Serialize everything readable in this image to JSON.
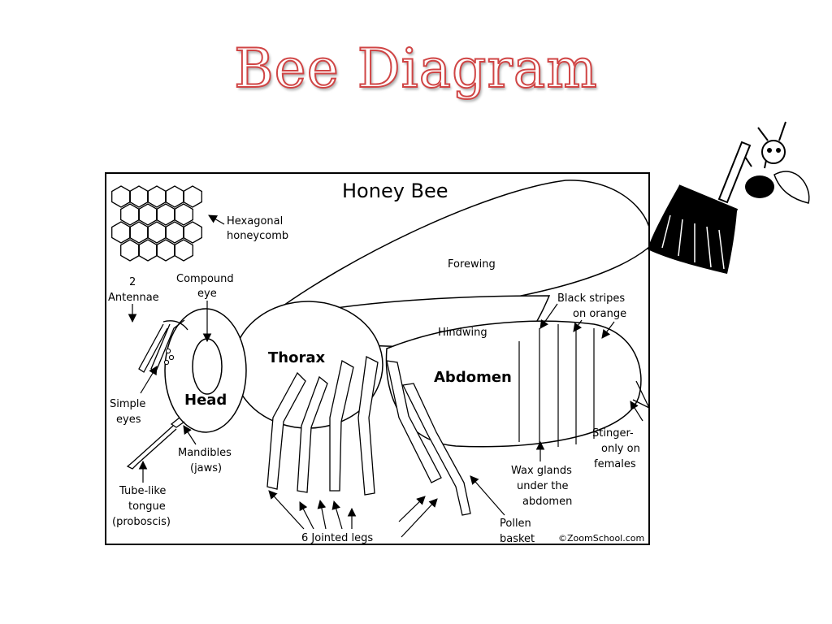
{
  "slide": {
    "title": "Bee Diagram"
  },
  "diagram": {
    "title": "Honey Bee",
    "copyright": "©ZoomSchool.com",
    "labels": {
      "hexagonal_1": "Hexagonal",
      "hexagonal_2": "honeycomb",
      "antennae_1": "2",
      "antennae_2": "Antennae",
      "compound_1": "Compound",
      "compound_2": "eye",
      "forewing": "Forewing",
      "black_1": "Black stripes",
      "black_2": "on orange",
      "hindwing": "Hindwing",
      "thorax": "Thorax",
      "abdomen": "Abdomen",
      "head": "Head",
      "simple_1": "Simple",
      "simple_2": "eyes",
      "mandibles_1": "Mandibles",
      "mandibles_2": "(jaws)",
      "tongue_1": "Tube-like",
      "tongue_2": "tongue",
      "tongue_3": "(proboscis)",
      "stinger_1": "Stinger-",
      "stinger_2": "only on",
      "stinger_3": "females",
      "wax_1": "Wax glands",
      "wax_2": "under the",
      "wax_3": "abdomen",
      "legs": "6 Jointed legs",
      "pollen_1": "Pollen",
      "pollen_2": "basket"
    }
  },
  "colors": {
    "title_outline": "#d04545",
    "ink": "#000000"
  }
}
